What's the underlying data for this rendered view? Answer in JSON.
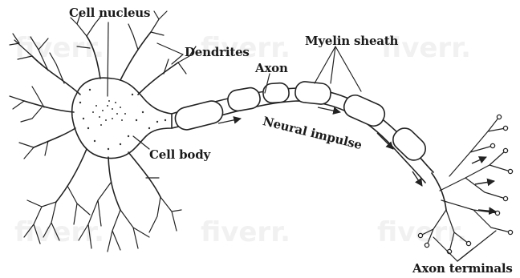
{
  "watermark": "fiverr.",
  "labels": {
    "cell_nucleus": "Cell nucleus",
    "dendrites": "Dendrites",
    "axon": "Axon",
    "myelin_sheath": "Myelin sheath",
    "neural_impulse": "Neural impulse",
    "cell_body": "Cell body",
    "axon_terminals": "Axon terminals"
  }
}
